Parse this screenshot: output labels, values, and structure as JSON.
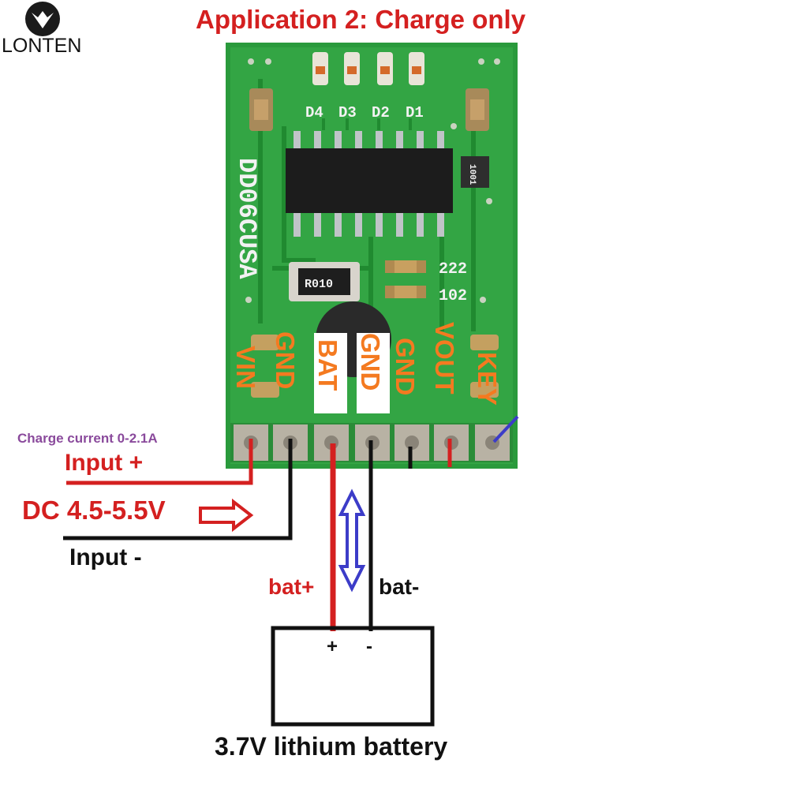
{
  "logo": {
    "name": "LONTEN",
    "mark": "logo-emblem"
  },
  "title": "Application 2: Charge only",
  "board": {
    "model": "DD06CUSA",
    "leds": [
      "D4",
      "D3",
      "D2",
      "D1"
    ],
    "resistor_marking": "R010",
    "small_resistor_marking": "1001",
    "cap_markings": [
      "222",
      "102"
    ],
    "pins": [
      "VIN",
      "GND",
      "BAT",
      "GND",
      "GND",
      "VOUT",
      "KEY"
    ],
    "colors": {
      "pcb": "#2a9a3c",
      "pin_label": "#f47a20",
      "wire_red": "#d42020",
      "wire_black": "#111111",
      "wire_blue": "#3c3cc8"
    }
  },
  "labels": {
    "charge_current": "Charge current 0-2.1A",
    "input_plus": "Input +",
    "dc_range": "DC 4.5-5.5V",
    "input_minus": "Input -",
    "bat_plus": "bat+",
    "bat_minus": "bat-",
    "plus_sign": "+",
    "minus_sign": "-",
    "battery": "3.7V lithium battery"
  }
}
